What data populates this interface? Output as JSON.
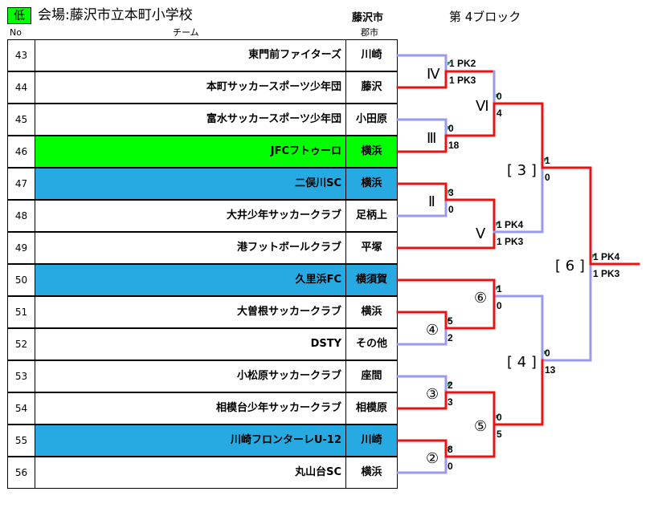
{
  "header": {
    "grade": "低",
    "venue": "会場:藤沢市立本町小学校",
    "city": "藤沢市",
    "block": "第 4ブロック"
  },
  "columns": {
    "no": "No",
    "team": "チーム",
    "city": "郡市"
  },
  "teams": [
    {
      "no": "43",
      "name": "東門前ファイターズ",
      "city": "川崎",
      "highlight": "none"
    },
    {
      "no": "44",
      "name": "本町サッカースポーツ少年団",
      "city": "藤沢",
      "highlight": "none"
    },
    {
      "no": "45",
      "name": "富水サッカースポーツ少年団",
      "city": "小田原",
      "highlight": "none"
    },
    {
      "no": "46",
      "name": "JFCフトゥーロ",
      "city": "横浜",
      "highlight": "green"
    },
    {
      "no": "47",
      "name": "二俣川SC",
      "city": "横浜",
      "highlight": "blue"
    },
    {
      "no": "48",
      "name": "大井少年サッカークラブ",
      "city": "足柄上",
      "highlight": "none"
    },
    {
      "no": "49",
      "name": "港フットボールクラブ",
      "city": "平塚",
      "highlight": "none"
    },
    {
      "no": "50",
      "name": "久里浜FC",
      "city": "横須賀",
      "highlight": "blue"
    },
    {
      "no": "51",
      "name": "大曽根サッカークラブ",
      "city": "横浜",
      "highlight": "none"
    },
    {
      "no": "52",
      "name": "DSTY",
      "city": "その他",
      "highlight": "none"
    },
    {
      "no": "53",
      "name": "小松原サッカークラブ",
      "city": "座間",
      "highlight": "none"
    },
    {
      "no": "54",
      "name": "相模台少年サッカークラブ",
      "city": "相模原",
      "highlight": "none"
    },
    {
      "no": "55",
      "name": "川崎フロンターレU-12",
      "city": "川崎",
      "highlight": "blue"
    },
    {
      "no": "56",
      "name": "丸山台SC",
      "city": "横浜",
      "highlight": "none"
    }
  ],
  "bracket": {
    "colors": {
      "winner": "#ee1111",
      "loser": "#9999ee",
      "marker": "#00aa66"
    },
    "match_labels": {
      "IV": "Ⅳ",
      "III": "Ⅲ",
      "II": "Ⅱ",
      "VI": "Ⅵ",
      "V": "Ⅴ",
      "c6": "⑥",
      "c4": "④",
      "c3": "③",
      "c5": "⑤",
      "c2": "②",
      "b3": "[ 3 ]",
      "b4": "[ 4 ]",
      "b6": "[ 6 ]"
    },
    "scores": {
      "IV_top": "1 PK2",
      "IV_bot": "1 PK3",
      "III_top": "0",
      "III_bot": "18",
      "II_top": "3",
      "II_bot": "0",
      "VI_top": "0",
      "VI_bot": "4",
      "V_top": "1 PK4",
      "V_bot": "1 PK3",
      "b3_top": "1",
      "b3_bot": "0",
      "c4_top": "5",
      "c4_bot": "2",
      "c6_top": "1",
      "c6_bot": "0",
      "c3_top": "2",
      "c3_bot": "3",
      "c2_top": "8",
      "c2_bot": "0",
      "c5_top": "0",
      "c5_bot": "5",
      "b4_top": "0",
      "b4_bot": "13",
      "b6_top": "1 PK4",
      "b6_bot": "1 PK3"
    }
  }
}
